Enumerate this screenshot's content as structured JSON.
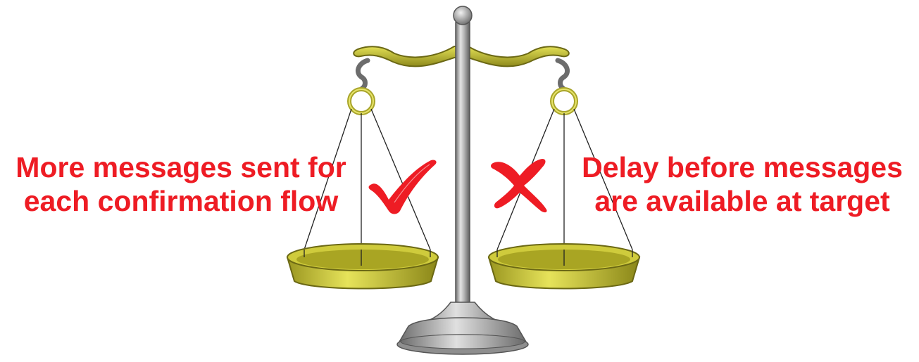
{
  "pros": {
    "line1": "More messages sent for",
    "line2": "each confirmation flow",
    "mark_icon": "checkmark-icon"
  },
  "cons": {
    "line1": "Delay before messages",
    "line2": "are available at target",
    "mark_icon": "cross-icon"
  },
  "colors": {
    "text": "#ee1c24",
    "pan": "#c9c632",
    "pole": "#9a9a9a"
  }
}
